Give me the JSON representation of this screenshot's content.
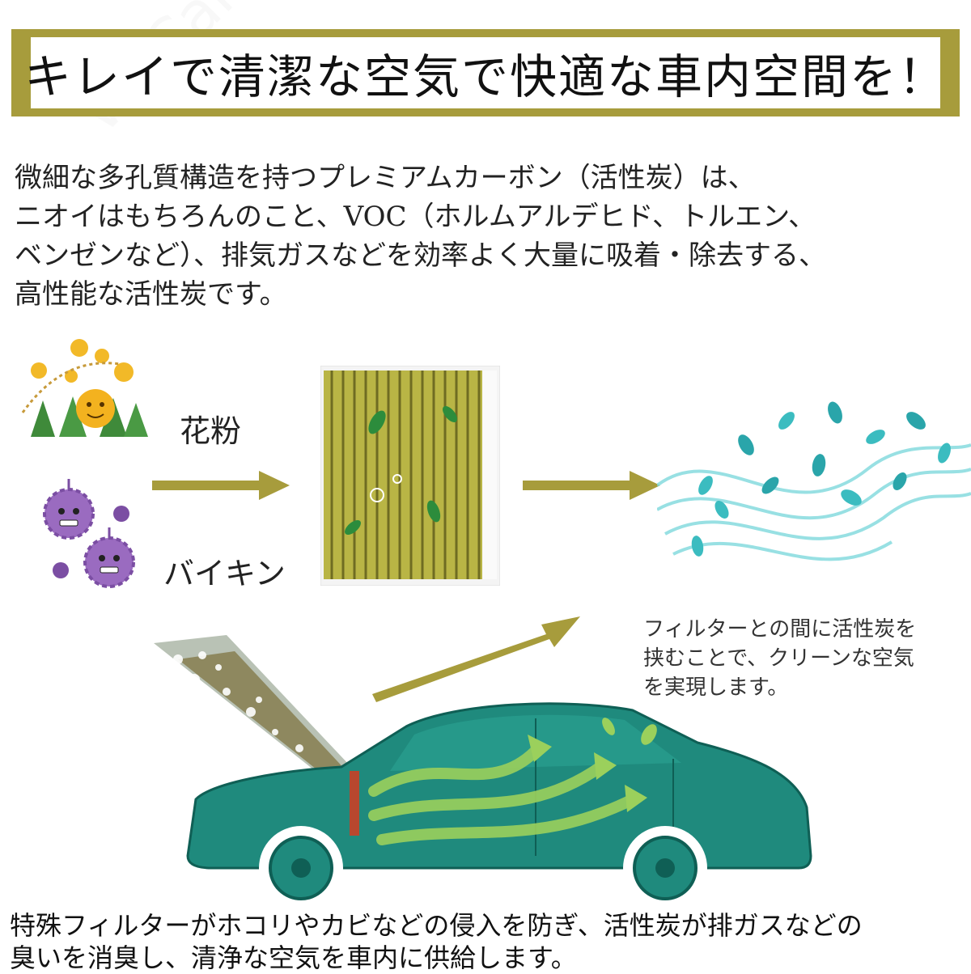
{
  "banner": {
    "title": "キレイで清潔な空気で快適な車内空間を！"
  },
  "intro": {
    "lines": [
      "微細な多孔質構造を持つプレミアムカーボン（活性炭）は、",
      "ニオイはもちろんのこと、VOC（ホルムアルデヒド、トルエン、",
      "ベンゼンなど）、排気ガスなどを効率よく大量に吸着・除去する、",
      "高性能な活性炭です。"
    ]
  },
  "diagram": {
    "pollen_label": "花粉",
    "germ_label": "バイキン",
    "note_lines": [
      "フィルターとの間に活性炭を",
      "挟むことで、クリーンな空気",
      "を実現します。"
    ]
  },
  "footer": {
    "lines": [
      "特殊フィルターがホコリやカビなどの侵入を防ぎ、活性炭が排ガスなどの",
      "臭いを消臭し、清浄な空気を車内に供給します。"
    ]
  },
  "watermark": {
    "text": "WeCar"
  },
  "colors": {
    "accent": "#a79c3c",
    "filter": "#b9b545",
    "car": "#1f8a7d",
    "germ": "#9a6bc0",
    "leaf": "#3bbcc0"
  }
}
